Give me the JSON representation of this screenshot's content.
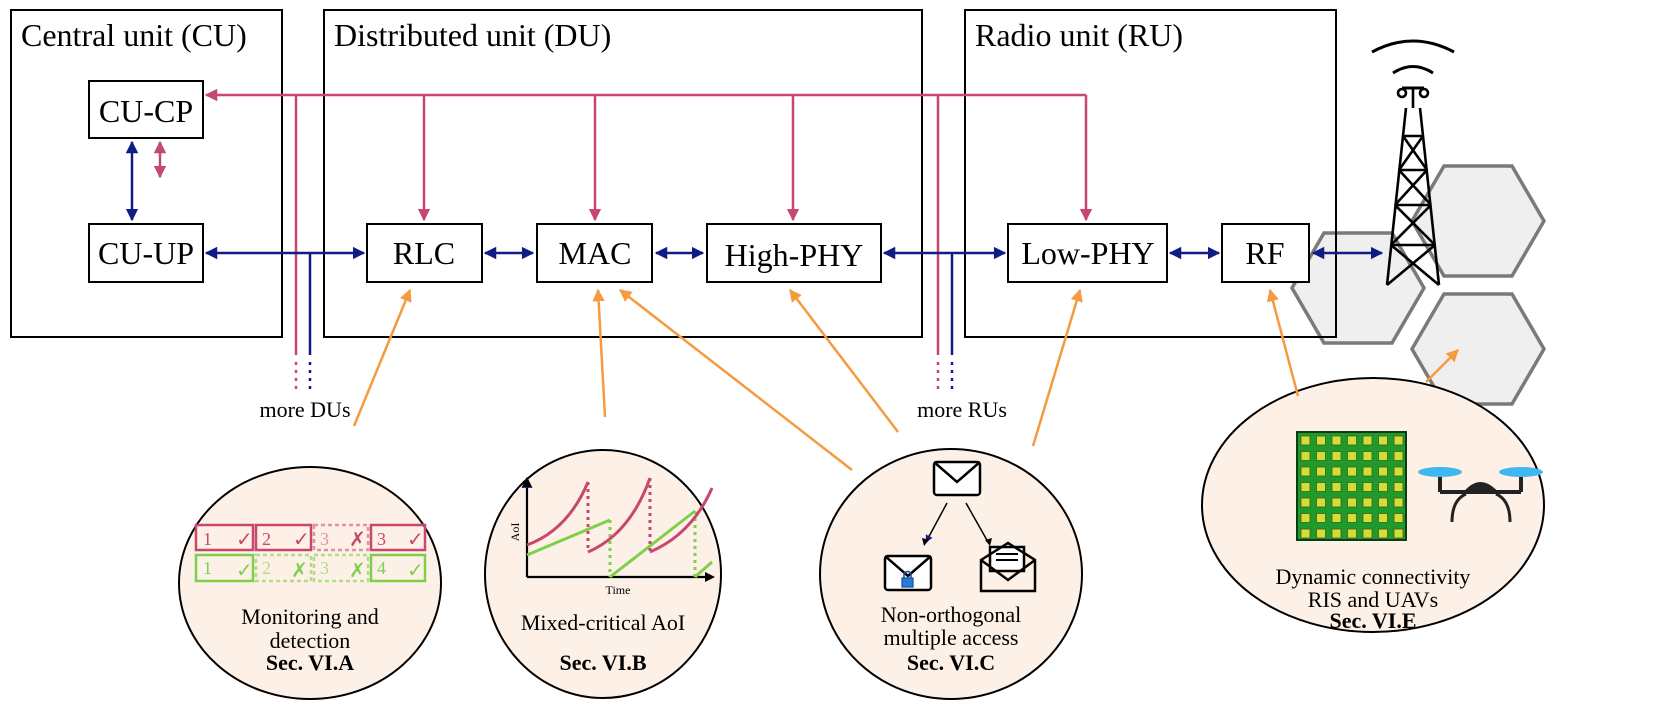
{
  "units": {
    "cu": "Central unit (CU)",
    "du": "Distributed unit (DU)",
    "ru": "Radio unit (RU)"
  },
  "blocks": {
    "cu_cp": "CU-CP",
    "cu_up": "CU-UP",
    "rlc": "RLC",
    "mac": "MAC",
    "high_phy": "High-PHY",
    "low_phy": "Low-PHY",
    "rf": "RF"
  },
  "more": {
    "dus": "more DUs",
    "rus": "more RUs"
  },
  "bubbles": {
    "a": {
      "line1": "Monitoring and",
      "line2": "detection",
      "sec": "Sec. VI.A"
    },
    "b": {
      "line1": "Mixed-critical AoI",
      "sec": "Sec. VI.B",
      "y_axis": "AoI",
      "x_axis": "Time"
    },
    "c": {
      "line1": "Non-orthogonal",
      "line2": "multiple access",
      "sec": "Sec. VI.C"
    },
    "e": {
      "line1": "Dynamic connectivity",
      "line2": "RIS and UAVs",
      "sec": "Sec. VI.E"
    }
  },
  "monitor_slots": {
    "row1": [
      "1",
      "2",
      "3",
      "3"
    ],
    "row2": [
      "1",
      "2",
      "3",
      "4"
    ],
    "check": "✓",
    "cross": "✗"
  },
  "colors": {
    "control": "#c8476f",
    "user": "#101c86",
    "relation": "#f59b3f",
    "bubble_fill": "#fdf0e6",
    "pink_signal": "#c8476f",
    "green_signal": "#7dd04a"
  }
}
